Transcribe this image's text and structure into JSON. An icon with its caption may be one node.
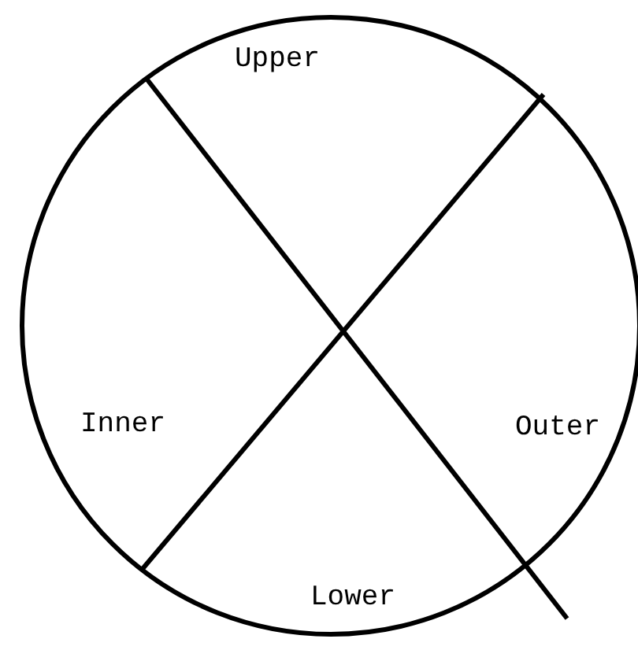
{
  "diagram": {
    "labels": [
      "Upper",
      "Inner",
      "Outer",
      "Lower"
    ]
  }
}
